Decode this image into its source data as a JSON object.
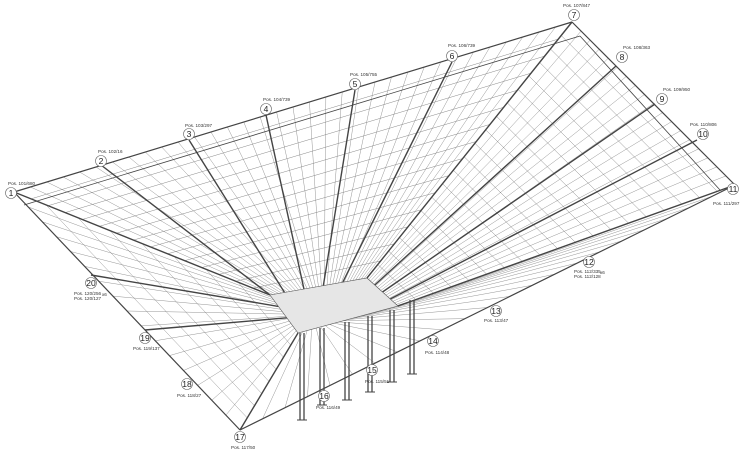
{
  "drawing": {
    "style": {
      "line_color": "#7a7a7a",
      "dark_line_color": "#444444",
      "paper": "#ffffff"
    },
    "markers": [
      {
        "id": "m1",
        "number": "1",
        "positions": [
          "Pos. 101/680"
        ]
      },
      {
        "id": "m2",
        "number": "2",
        "positions": [
          "Pos. 102/16"
        ]
      },
      {
        "id": "m3",
        "number": "3",
        "positions": [
          "Pos. 103/297"
        ]
      },
      {
        "id": "m4",
        "number": "4",
        "positions": [
          "Pos. 104/739"
        ]
      },
      {
        "id": "m5",
        "number": "5",
        "positions": [
          "Pos. 105/755"
        ]
      },
      {
        "id": "m6",
        "number": "6",
        "positions": [
          "Pos. 106/739"
        ]
      },
      {
        "id": "m7",
        "number": "7",
        "positions": [
          "Pos. 107/847"
        ]
      },
      {
        "id": "m8",
        "number": "8",
        "positions": [
          "Pos. 108/363"
        ]
      },
      {
        "id": "m9",
        "number": "9",
        "positions": [
          "Pos. 109/950"
        ]
      },
      {
        "id": "m10",
        "number": "10",
        "positions": [
          "Pos. 110/806"
        ]
      },
      {
        "id": "m11",
        "number": "11",
        "positions": [
          "Pos. 111/297"
        ]
      },
      {
        "id": "m12",
        "number": "12",
        "positions": [
          "Pos. 112/335",
          "Pos. 112/128"
        ],
        "note": "x6"
      },
      {
        "id": "m13",
        "number": "13",
        "positions": [
          "Pos. 113/47"
        ]
      },
      {
        "id": "m14",
        "number": "14",
        "positions": [
          "Pos. 114/48"
        ]
      },
      {
        "id": "m15",
        "number": "15",
        "positions": [
          "Pos. 115/51"
        ]
      },
      {
        "id": "m16",
        "number": "16",
        "positions": [
          "Pos. 116/49"
        ]
      },
      {
        "id": "m17",
        "number": "17",
        "positions": [
          "Pos. 117/50"
        ]
      },
      {
        "id": "m18",
        "number": "18",
        "positions": [
          "Pos. 118/27"
        ]
      },
      {
        "id": "m19",
        "number": "19",
        "positions": [
          "Pos. 119/137"
        ]
      },
      {
        "id": "m20",
        "number": "20",
        "positions": [
          "Pos. 120/256",
          "Pos. 120/127"
        ],
        "note": "x6"
      }
    ]
  }
}
